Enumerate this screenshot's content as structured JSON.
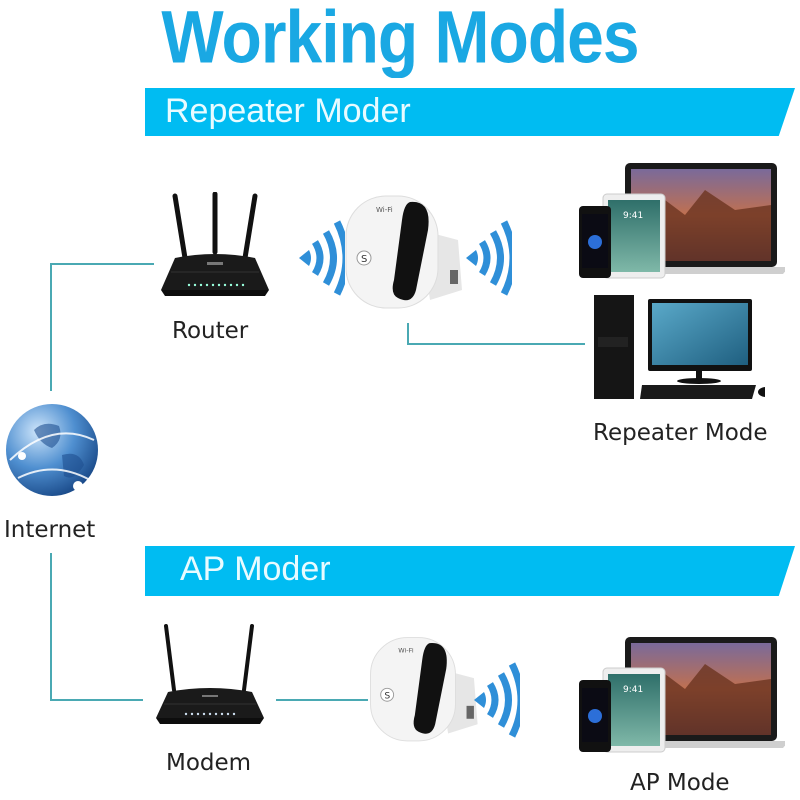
{
  "title": "Working Modes",
  "colors": {
    "title": "#1aa8e3",
    "banner": "#00bcf2",
    "banner_text": "#e8fbff",
    "connector": "#4aa9b3",
    "wifi_waves": "#2f8fd8"
  },
  "sections": [
    {
      "banner": "Repeater Moder",
      "devices": [
        {
          "name": "Router",
          "icon": "router-icon",
          "label": "Router"
        },
        {
          "name": "Repeater",
          "icon": "wifi-repeater-icon",
          "label": ""
        },
        {
          "name": "Laptop/Tablet/Phone",
          "icon": "devices-icon",
          "label": ""
        },
        {
          "name": "Desktop PC",
          "icon": "desktop-pc-icon",
          "label": "Repeater Mode"
        }
      ]
    },
    {
      "banner": "AP Moder",
      "devices": [
        {
          "name": "Modem",
          "icon": "modem-icon",
          "label": "Modem"
        },
        {
          "name": "Repeater",
          "icon": "wifi-repeater-icon",
          "label": ""
        },
        {
          "name": "Laptop/Tablet/Phone",
          "icon": "devices-icon",
          "label": "AP Mode"
        }
      ]
    }
  ],
  "internet": {
    "icon": "globe-icon",
    "label": "Internet"
  },
  "tablet_time": "9:41"
}
